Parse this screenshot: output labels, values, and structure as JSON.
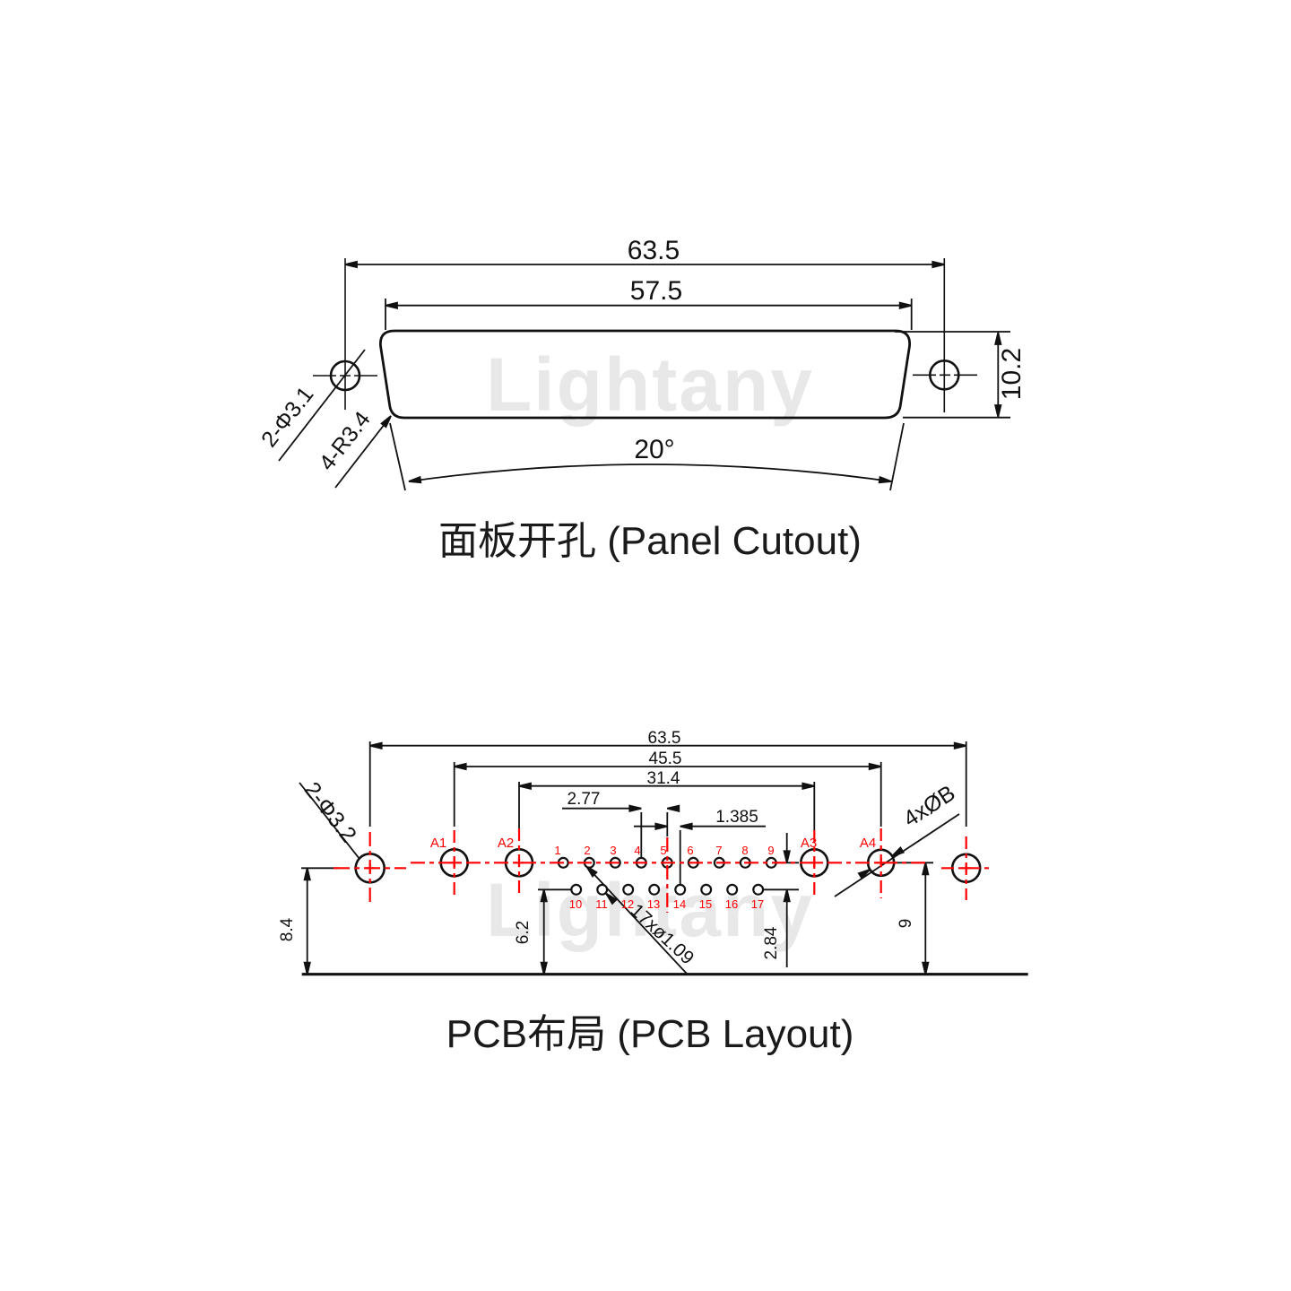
{
  "watermark": {
    "text": "Lightany",
    "color": "#e8e8e8"
  },
  "colors": {
    "line": "#111111",
    "red": "#fe0000",
    "background": "#ffffff"
  },
  "panel_cutout": {
    "title": "面板开孔 (Panel Cutout)",
    "dims": {
      "outer_width": "63.5",
      "cutout_width": "57.5",
      "height": "10.2",
      "side_angle": "20°",
      "mount_holes": "2-Φ3.1",
      "corner_radius": "4-R3.4"
    }
  },
  "pcb_layout": {
    "title": "PCB布局 (PCB Layout)",
    "dims": {
      "outer_span": "63.5",
      "a1_a4_span": "45.5",
      "a2_a3_span": "31.4",
      "pin_pitch": "2.77",
      "row_offset": "1.385",
      "row_spacing": "2.84",
      "row_to_edge": "6.2",
      "hole_to_edge": "8.4",
      "a4_to_edge": "9",
      "mount_holes": "2-Φ3.2",
      "coax_holes": "4xØB",
      "signal_holes": "17xø1.09"
    },
    "pad_labels": [
      "A1",
      "A2",
      "A3",
      "A4"
    ],
    "pins_top": [
      "1",
      "2",
      "3",
      "4",
      "5",
      "6",
      "7",
      "8",
      "9"
    ],
    "pins_bottom": [
      "10",
      "11",
      "12",
      "13",
      "14",
      "15",
      "16",
      "17"
    ]
  }
}
